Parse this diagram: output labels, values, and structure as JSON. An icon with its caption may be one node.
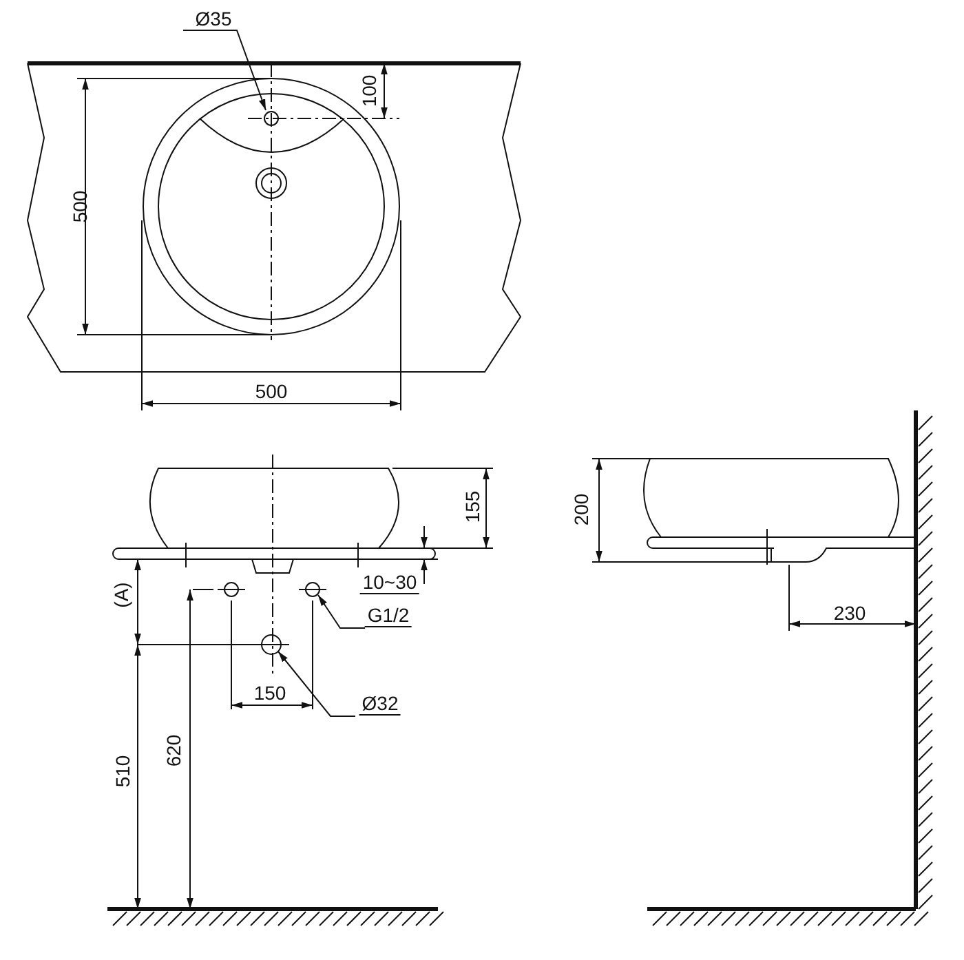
{
  "diagram": {
    "nodes": [
      {
        "text": [
          "Ø35"
        ]
      },
      {
        "text": [
          "G1/2"
        ]
      },
      {
        "text": [
          "Ø32"
        ]
      }
    ],
    "edges": [
      {
        "from": 0,
        "to": null,
        "arrow": "to"
      },
      {
        "from": 1,
        "to": null,
        "arrow": "to"
      },
      {
        "from": 2,
        "to": null,
        "arrow": "to"
      }
    ],
    "labels": [
      "100",
      "500",
      "500",
      "200",
      "155",
      "10~30",
      "(A)",
      "230",
      "150",
      "620",
      "510"
    ]
  }
}
